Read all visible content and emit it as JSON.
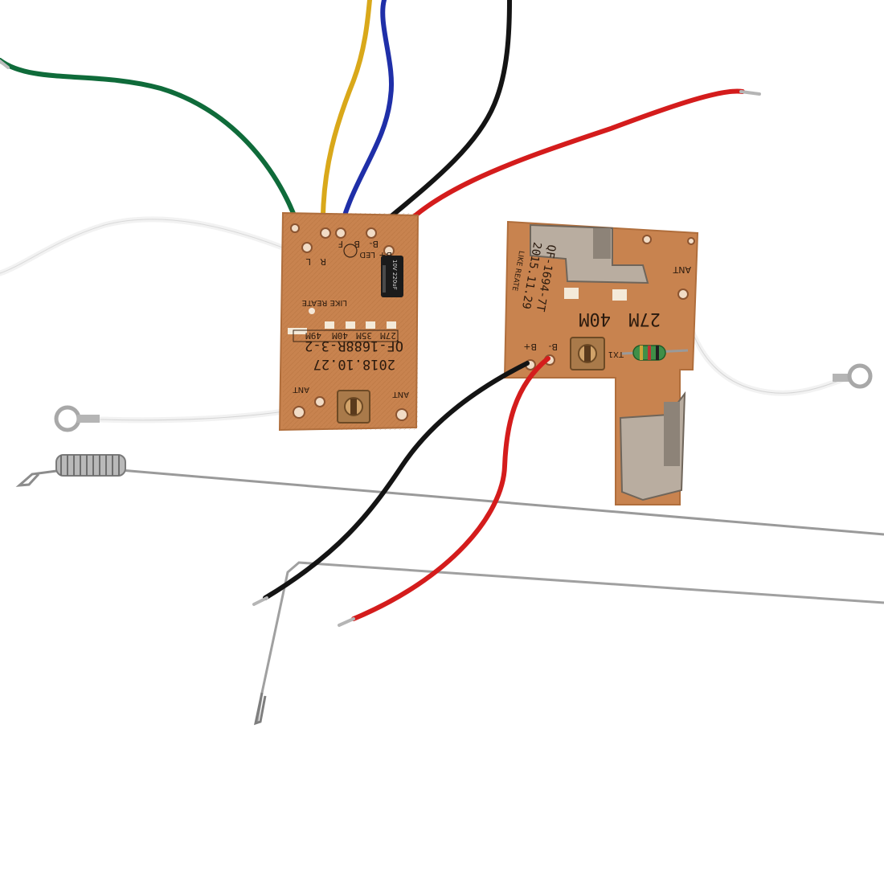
{
  "receiver_board": {
    "model": "QF-1688R-3-2",
    "date": "2018.10.27",
    "brand": "LIKE REATE",
    "freq_options": [
      "27M",
      "35M",
      "40M",
      "49M"
    ],
    "ant_left": "ANT",
    "ant_right": "ANT",
    "pins": [
      "L",
      "R",
      "F",
      "B",
      "B-",
      "B+"
    ],
    "led_label": "LED",
    "capacitor_text": "10V 220uF"
  },
  "transmitter_board": {
    "model": "QF-1694-7T",
    "date": "2015.11.29",
    "brand": "LIKE REATE",
    "freq_options": [
      "27M",
      "40M"
    ],
    "ant": "ANT",
    "pins": [
      "B-",
      "B+"
    ],
    "coil": "TX1"
  },
  "colors": {
    "background": "#ffffff",
    "pcb": "#c8834f",
    "pcb_edge": "#b06e3c",
    "wire_green": "#0f6b3a",
    "wire_yellow": "#d9a81a",
    "wire_blue": "#1f2fa8",
    "wire_black": "#141414",
    "wire_red": "#d41c1c",
    "wire_white": "#f4f4f4",
    "antenna_steel": "#9a9a9a"
  }
}
